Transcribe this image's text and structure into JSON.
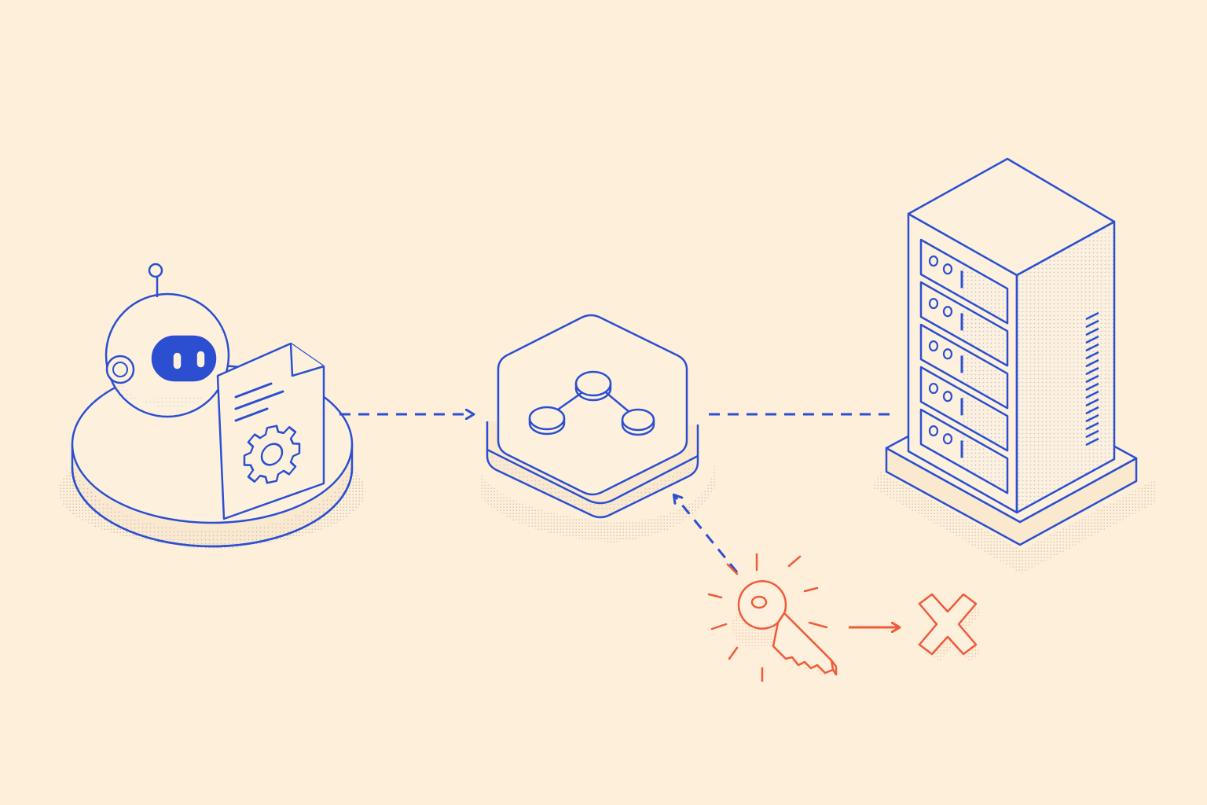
{
  "colors": {
    "background": "#fdefd9",
    "ink_blue": "#2b4fd0",
    "ink_blue_fill": "#3a5fd8",
    "ink_red": "#ef5a3a",
    "paper": "#fdf1de",
    "shadow": "#d9c8ad"
  },
  "nodes": [
    {
      "id": "agent",
      "icon": "robot-icon",
      "holds": "config-document-icon"
    },
    {
      "id": "gateway",
      "icon": "graph-network-icon"
    },
    {
      "id": "server",
      "icon": "server-rack-icon",
      "slots": 5
    },
    {
      "id": "credential",
      "icon": "key-icon"
    },
    {
      "id": "rejected",
      "icon": "cross-icon"
    }
  ],
  "connections": [
    {
      "from": "agent",
      "to": "gateway",
      "style": "dashed",
      "arrow": true,
      "color": "ink_blue"
    },
    {
      "from": "gateway",
      "to": "server",
      "style": "dashed",
      "arrow": false,
      "color": "ink_blue"
    },
    {
      "from": "credential",
      "to": "gateway",
      "style": "dashed",
      "arrow": true,
      "color": "ink_blue"
    },
    {
      "from": "credential",
      "to": "rejected",
      "style": "solid",
      "arrow": true,
      "color": "ink_red"
    }
  ]
}
